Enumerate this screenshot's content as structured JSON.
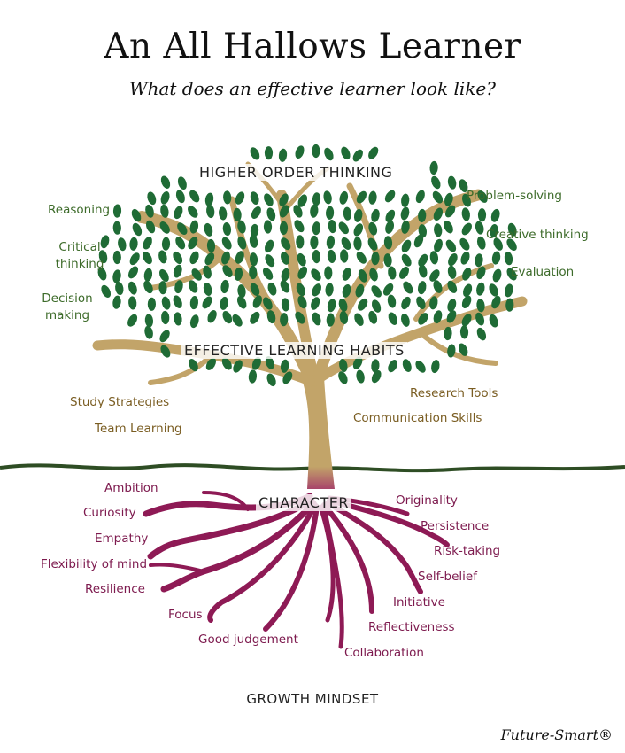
{
  "header": {
    "title": "An All Hallows Learner",
    "subtitle": "What does an effective learner look like?"
  },
  "tree": {
    "crown_label": "HIGHER ORDER THINKING",
    "trunk_label": "EFFECTIVE LEARNING HABITS",
    "root_label": "CHARACTER",
    "foundation_label": "GROWTH MINDSET",
    "higher_order_thinking": [
      "Reasoning",
      "Critical thinking",
      "Decision making",
      "Problem-solving",
      "Creative thinking",
      "Evaluation"
    ],
    "learning_habits": [
      "Study Strategies",
      "Team Learning",
      "Research Tools",
      "Communication Skills"
    ],
    "character": [
      "Ambition",
      "Curiosity",
      "Empathy",
      "Flexibility of mind",
      "Resilience",
      "Focus",
      "Good judgement",
      "Originality",
      "Persistence",
      "Risk-taking",
      "Self-belief",
      "Initiative",
      "Reflectiveness",
      "Collaboration"
    ]
  },
  "colors": {
    "leaf": "#1f6b35",
    "trunk": "#c2a469",
    "root": "#8e1a55",
    "ground": "#2e4d24",
    "green_text": "#3d6b2a",
    "tan_text": "#7a5d22",
    "maroon_text": "#7d1a4e"
  },
  "brand": "Future-Smart®"
}
